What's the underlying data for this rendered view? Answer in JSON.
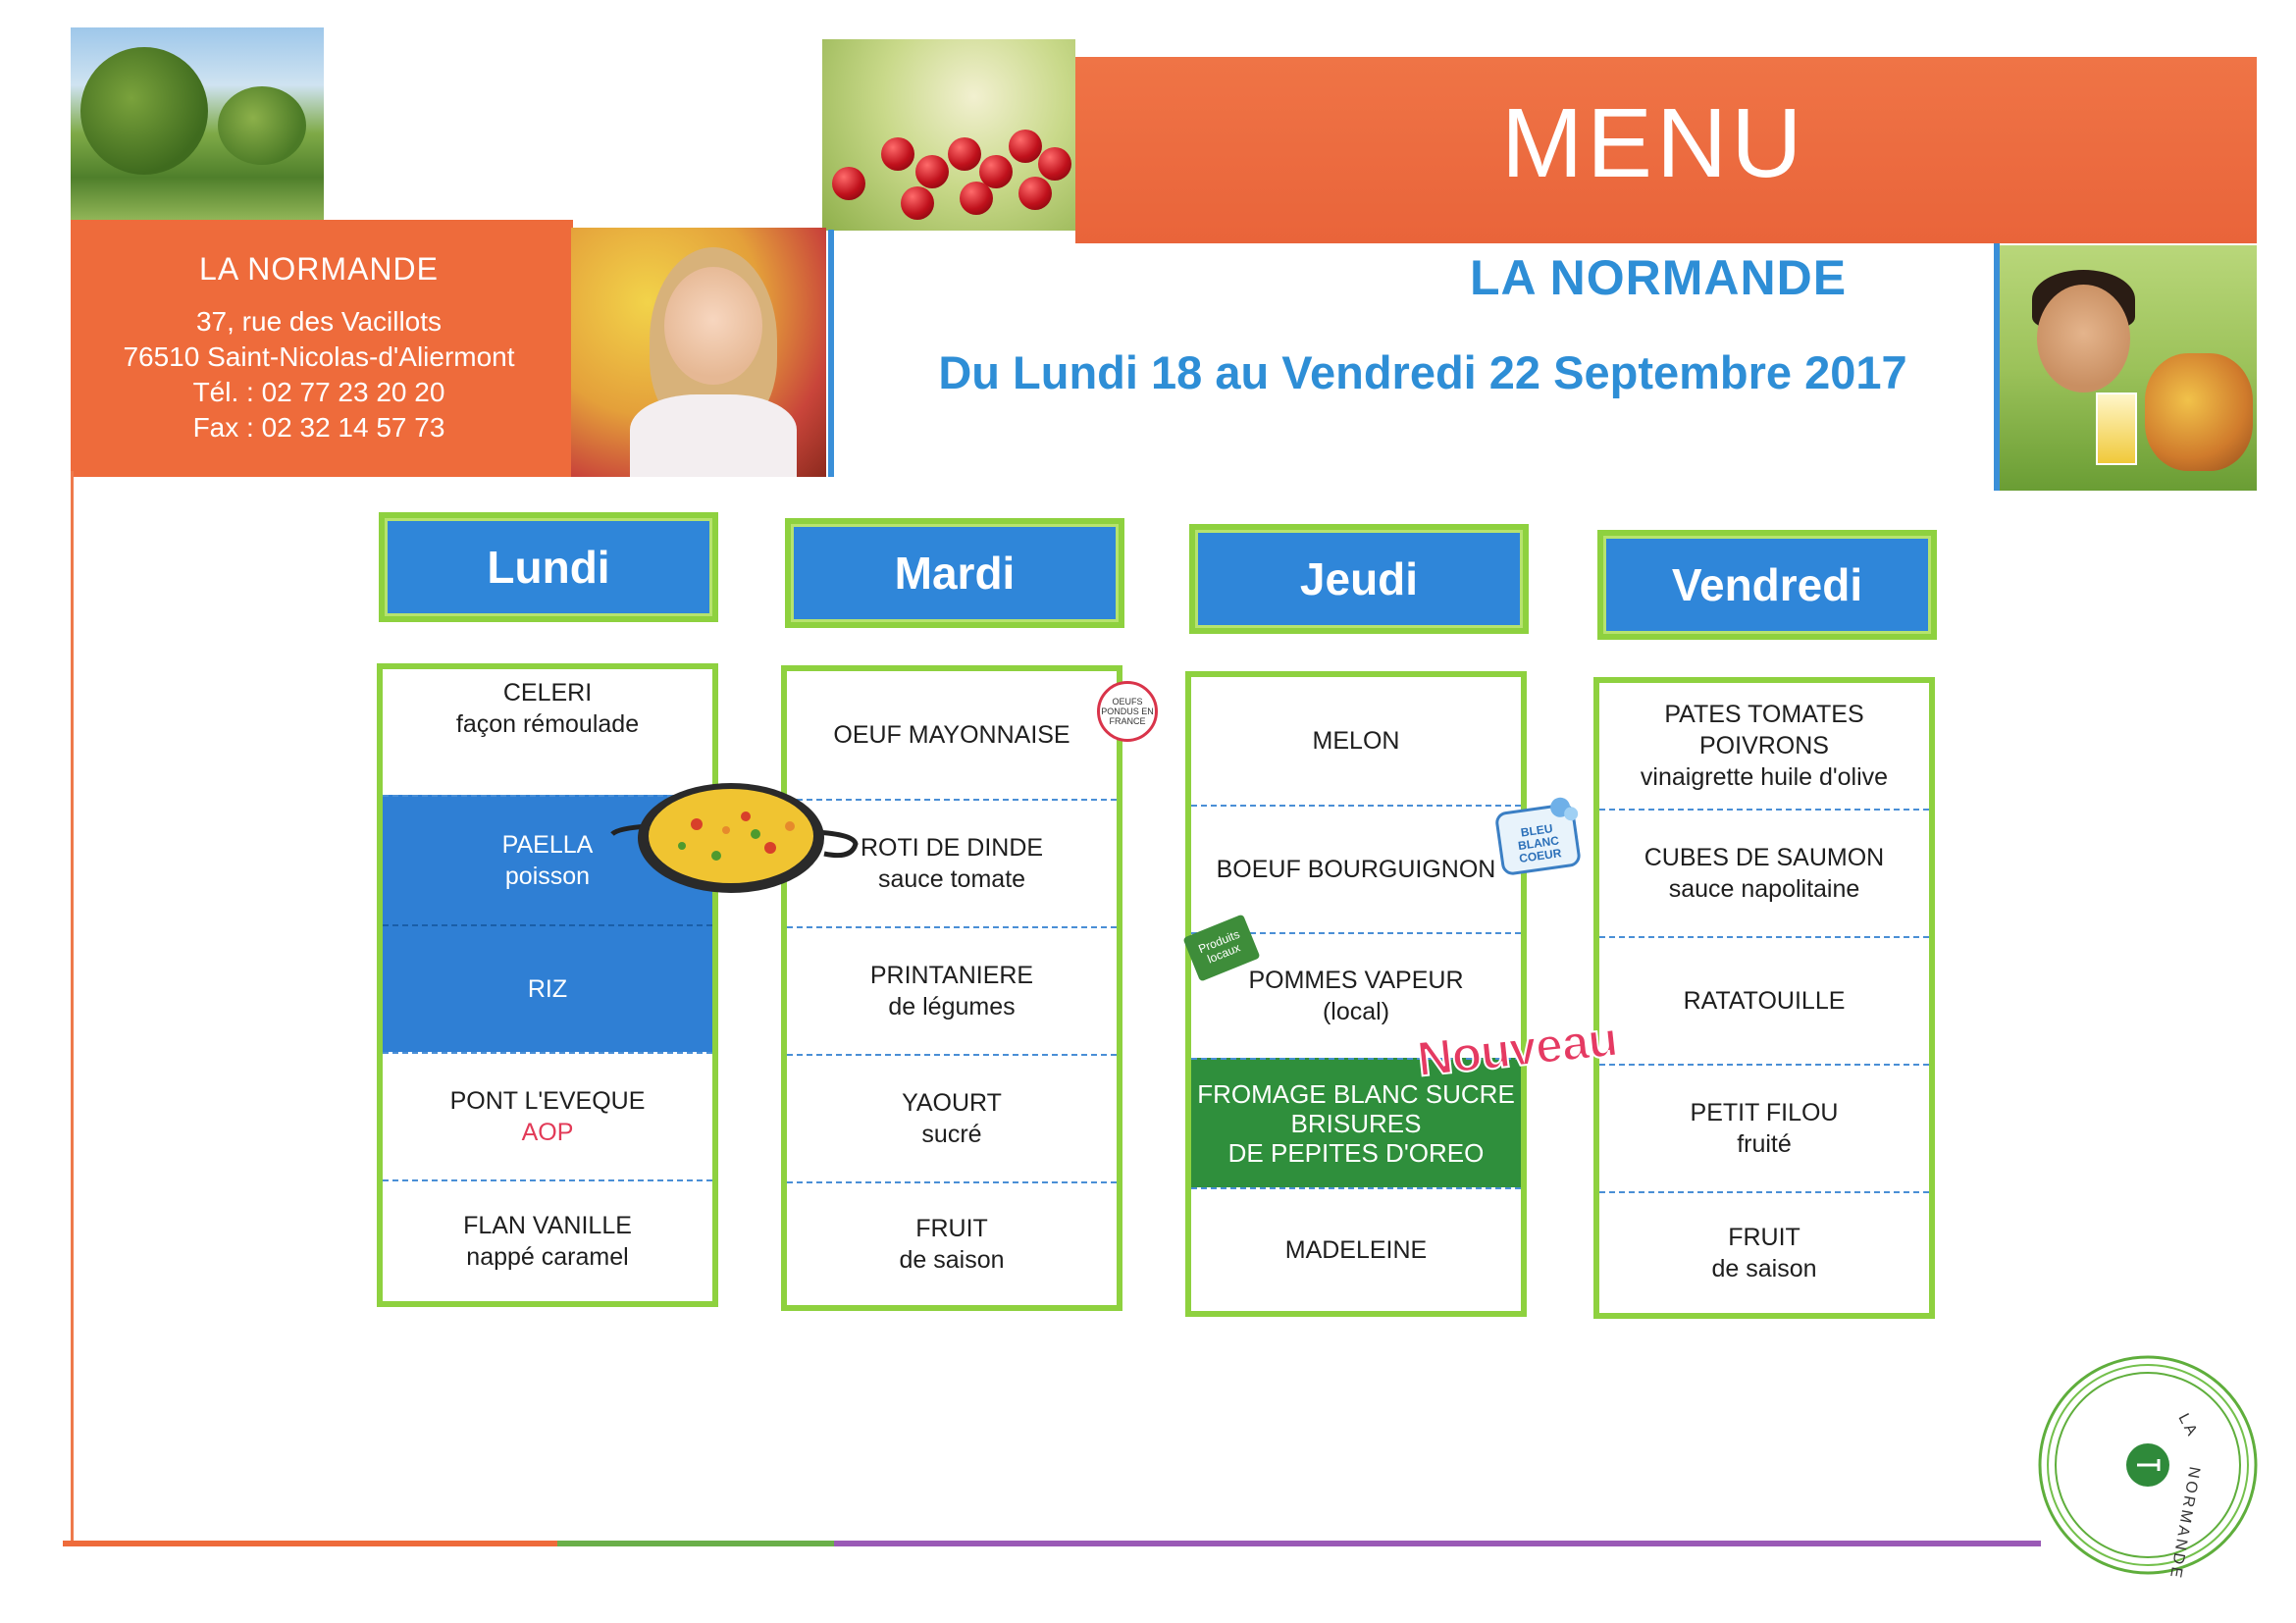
{
  "header": {
    "menu_title": "MENU",
    "restaurant": "LA NORMANDE",
    "dates": "Du Lundi 18 au Vendredi 22 Septembre 2017"
  },
  "address": {
    "name": "LA NORMANDE",
    "street": "37, rue des Vacillots",
    "city": "76510 Saint-Nicolas-d'Aliermont",
    "tel": "Tél. : 02 77 23 20 20",
    "fax": "Fax : 02 32 14 57 73"
  },
  "days": [
    {
      "name": "Lundi",
      "items": [
        {
          "line1": "CELERI",
          "line2": "façon rémoulade",
          "style": "plain"
        },
        {
          "line1": "PAELLA",
          "line2": "poisson",
          "style": "blue"
        },
        {
          "line1": "RIZ",
          "line2": "",
          "style": "blue"
        },
        {
          "line1": "PONT L'EVEQUE",
          "line2": "AOP",
          "style": "plain"
        },
        {
          "line1": "FLAN VANILLE",
          "line2": "nappé caramel",
          "style": "plain"
        }
      ]
    },
    {
      "name": "Mardi",
      "items": [
        {
          "line1": "OEUF MAYONNAISE",
          "line2": "",
          "style": "plain"
        },
        {
          "line1": "ROTI DE DINDE",
          "line2": "sauce tomate",
          "style": "plain"
        },
        {
          "line1": "PRINTANIERE",
          "line2": "de légumes",
          "style": "plain"
        },
        {
          "line1": "YAOURT",
          "line2": "sucré",
          "style": "plain"
        },
        {
          "line1": "FRUIT",
          "line2": "de saison",
          "style": "plain"
        }
      ]
    },
    {
      "name": "Jeudi",
      "items": [
        {
          "line1": "MELON",
          "line2": "",
          "style": "plain"
        },
        {
          "line1": "BOEUF BOURGUIGNON",
          "line2": "",
          "style": "plain"
        },
        {
          "line1": "POMMES VAPEUR",
          "line2": "(local)",
          "style": "plain"
        },
        {
          "line1": "FROMAGE BLANC SUCRE",
          "line2": "BRISURES",
          "line3": "DE PEPITES D'OREO",
          "style": "green"
        },
        {
          "line1": "MADELEINE",
          "line2": "",
          "style": "plain"
        }
      ]
    },
    {
      "name": "Vendredi",
      "items": [
        {
          "line1": "PATES TOMATES POIVRONS",
          "line2": "vinaigrette huile d'olive",
          "style": "plain"
        },
        {
          "line1": "CUBES DE SAUMON",
          "line2": "sauce napolitaine",
          "style": "plain"
        },
        {
          "line1": "RATATOUILLE",
          "line2": "",
          "style": "plain"
        },
        {
          "line1": "PETIT FILOU",
          "line2": "fruité",
          "style": "plain"
        },
        {
          "line1": "FRUIT",
          "line2": "de saison",
          "style": "plain"
        }
      ]
    }
  ],
  "badges": {
    "eggs": "OEUFS PONDUS EN FRANCE",
    "bbc": "BLEU BLANC COEUR",
    "local": "Produits locaux",
    "nouveau": "Nouveau"
  },
  "logo_text": "LA NORMANDE",
  "colors": {
    "orange": "#ec6b3c",
    "blue": "#2f86d9",
    "green_border": "#8ed13f",
    "title_blue": "#2e8ed6",
    "fromage_green": "#2f8f3c",
    "aop_red": "#e23a57"
  }
}
